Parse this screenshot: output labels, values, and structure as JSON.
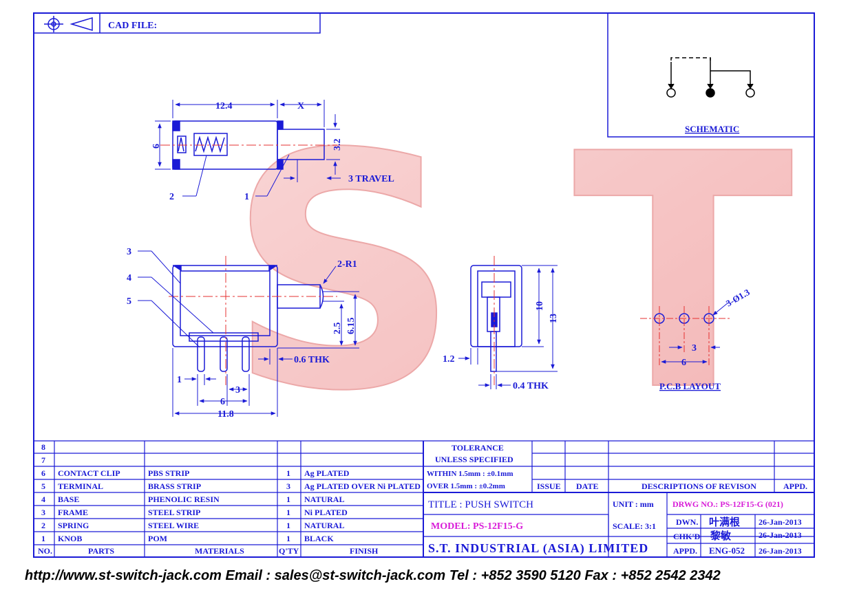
{
  "header": {
    "cad_file_label": "CAD FILE:"
  },
  "schematic": {
    "label": "SCHEMATIC"
  },
  "top_view": {
    "dim_width": "12.4",
    "dim_x": "X",
    "dim_height": "6",
    "dim_stem": "3.2",
    "travel": "3 TRAVEL",
    "callout_1": "1",
    "callout_2": "2"
  },
  "side_view": {
    "callout_3": "3",
    "callout_4": "4",
    "callout_5": "5",
    "radius": "2-R1",
    "dim_25": "2.5",
    "dim_615": "6.15",
    "thk": "0.6 THK",
    "dim_1": "1",
    "dim_3": "3",
    "dim_6": "6",
    "dim_118": "11.8"
  },
  "end_view": {
    "dim_10": "10",
    "dim_13": "13",
    "dim_12": "1.2",
    "thk": "0.4 THK"
  },
  "pcb": {
    "holes": "3-Ø1.3",
    "dim_3": "3",
    "dim_6": "6",
    "label": "P.C.B LAYOUT"
  },
  "watermark": "S T",
  "bom": {
    "rows": [
      {
        "no": "8",
        "part": "",
        "material": "",
        "qty": "",
        "finish": ""
      },
      {
        "no": "7",
        "part": "",
        "material": "",
        "qty": "",
        "finish": ""
      },
      {
        "no": "6",
        "part": "CONTACT CLIP",
        "material": "PBS STRIP",
        "qty": "1",
        "finish": "Ag PLATED"
      },
      {
        "no": "5",
        "part": "TERMINAL",
        "material": "BRASS STRIP",
        "qty": "3",
        "finish": "Ag PLATED OVER Ni PLATED"
      },
      {
        "no": "4",
        "part": "BASE",
        "material": "PHENOLIC RESIN",
        "qty": "1",
        "finish": "NATURAL"
      },
      {
        "no": "3",
        "part": "FRAME",
        "material": "STEEL STRIP",
        "qty": "1",
        "finish": "Ni PLATED"
      },
      {
        "no": "2",
        "part": "SPRING",
        "material": "STEEL WIRE",
        "qty": "1",
        "finish": "NATURAL"
      },
      {
        "no": "1",
        "part": "KNOB",
        "material": "POM",
        "qty": "1",
        "finish": "BLACK"
      }
    ],
    "headers": {
      "no": "NO.",
      "parts": "PARTS",
      "materials": "MATERIALS",
      "qty": "Q'TY",
      "finish": "FINISH"
    }
  },
  "tolerance": {
    "line1": "TOLERANCE",
    "line2": "UNLESS  SPECIFIED",
    "line3": "WITHIN  1.5mm : ±0.1mm",
    "line4": "OVER   1.5mm : ±0.2mm"
  },
  "revision": {
    "issue": "ISSUE",
    "date": "DATE",
    "desc": "DESCRIPTIONS OF REVISON",
    "appd": "APPD."
  },
  "title_block": {
    "title": "TITLE : PUSH SWITCH",
    "model": "MODEL: PS-12F15-G",
    "company": "S.T. INDUSTRIAL (ASIA) LIMITED",
    "unit": "UNIT :  mm",
    "scale": "SCALE:  3:1",
    "drwg_no": "DRWG NO.: PS-12F15-G (021)",
    "dwn_label": "DWN.",
    "dwn_name": "叶满根",
    "dwn_date": "26-Jan-2013",
    "chk_label": "CHK'D",
    "chk_name": "黎敏",
    "chk_date": "26-Jan-2013",
    "appd_label": "APPD.",
    "appd_name": "ENG-052",
    "appd_date": "26-Jan-2013"
  },
  "footer": {
    "text": "http://www.st-switch-jack.com  Email : sales@st-switch-jack.com  Tel : +852 3590 5120  Fax : +852 2542 2342"
  },
  "colors": {
    "line": "#1a1ad6",
    "accent": "#d81bd8",
    "center": "#e53030",
    "watermark": "#f2a3a3"
  }
}
